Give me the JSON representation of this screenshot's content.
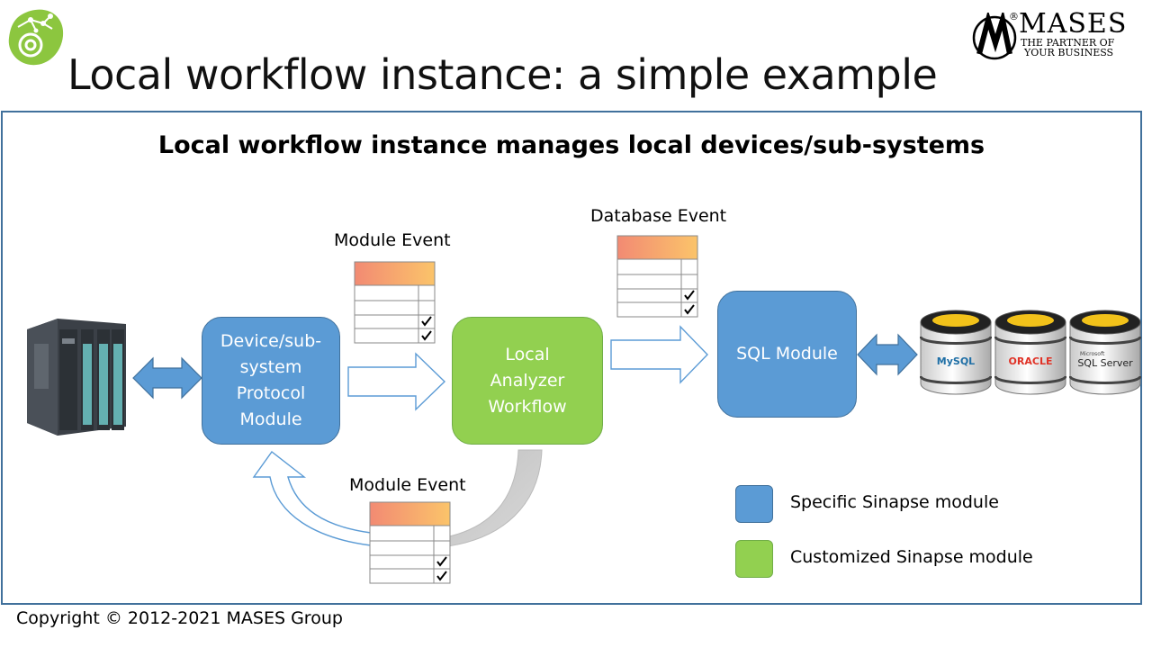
{
  "header": {
    "title": "Local workflow instance: a simple example",
    "brand_name": "MASES",
    "brand_registered": "®",
    "brand_tagline_1": "THE PARTNER OF",
    "brand_tagline_2": "YOUR BUSINESS",
    "brand_monogram": "M"
  },
  "diagram": {
    "subtitle": "Local workflow instance manages local devices/sub-systems",
    "protocol_module": "Device/sub-system Protocol Module",
    "analyzer_workflow": "Local Analyzer Workflow",
    "sql_module": "SQL Module",
    "module_event_top": "Module Event",
    "database_event": "Database Event",
    "module_event_bottom": "Module Event",
    "db_logos": [
      "MySQL",
      "ORACLE",
      "SQL Server"
    ],
    "db_small_label": "Microsoft"
  },
  "legend": {
    "specific": "Specific Sinapse module",
    "customized": "Customized Sinapse module"
  },
  "colors": {
    "blue_module": "#5B9BD5",
    "green_module": "#92D050",
    "frame": "#41719C",
    "table_header": "#F6A95C"
  },
  "footer": {
    "copyright": "Copyright © 2012-2021  MASES Group"
  }
}
